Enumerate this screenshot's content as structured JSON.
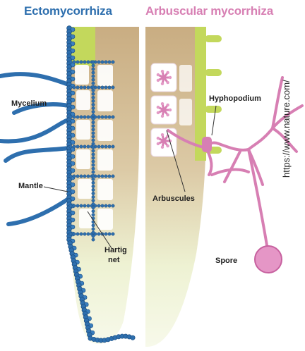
{
  "titles": {
    "left": "Ectomycorrhiza",
    "right": "Arbuscular mycorrhiza"
  },
  "labels": {
    "mycelium": "Mycelium",
    "mantle": "Mantle",
    "hartig_line1": "Hartig",
    "hartig_line2": "net",
    "hyphopodium": "Hyphopodium",
    "arbuscules": "Arbuscules",
    "spore": "Spore"
  },
  "source": "https://www.nature.com/",
  "colors": {
    "ecto": "#2e6fae",
    "ecto_dark": "#1d4f82",
    "am": "#d77fb3",
    "root_green": "#c3d85c",
    "root_tan": "#cdb38f",
    "root_pale": "#f1f5d8"
  }
}
